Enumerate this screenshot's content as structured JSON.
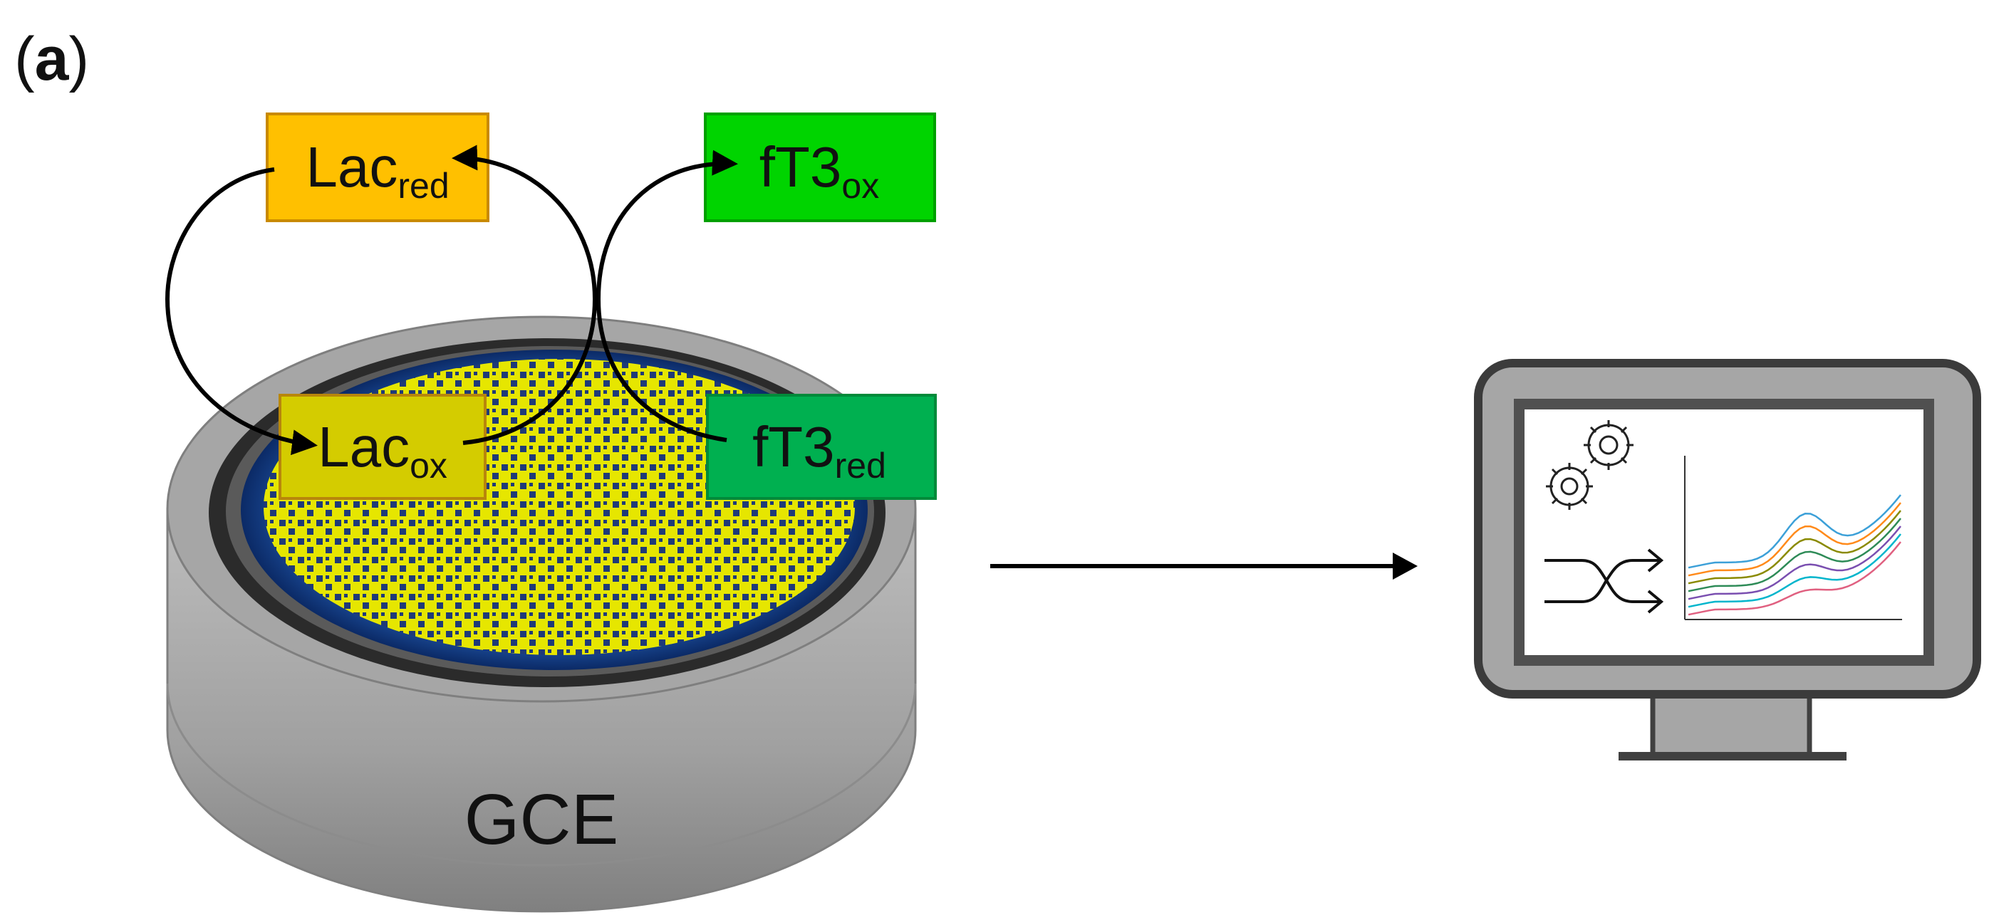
{
  "panel_label": {
    "open": "(",
    "letter": "a",
    "close": ")"
  },
  "electrode": {
    "label": "GCE"
  },
  "species": {
    "lac_red": {
      "base": "Lac",
      "sub": "red",
      "fill": "#FFC000"
    },
    "lac_ox": {
      "base": "Lac",
      "sub": "ox",
      "fill": "#D4CC00"
    },
    "ft3_ox": {
      "base": "fT3",
      "sub": "ox",
      "fill": "#00D400"
    },
    "ft3_red": {
      "base": "fT3",
      "sub": "red",
      "fill": "#00B050"
    }
  },
  "colors": {
    "electrode_gray": "#A6A6A6",
    "film_yellow": "#E6E600",
    "film_dots": "#1F3A78",
    "ring_blue": "#2F5597",
    "arrow": "#000000",
    "monitor_frame": "#444444"
  },
  "monitor": {
    "icons": [
      "gear-icon",
      "gear-icon",
      "shuffle-arrows-icon"
    ],
    "plot_series_colors": [
      "#3CA0D8",
      "#FF8A1A",
      "#8A8A00",
      "#2E8B57",
      "#7A4FB0",
      "#00B5CC",
      "#E06080"
    ]
  }
}
